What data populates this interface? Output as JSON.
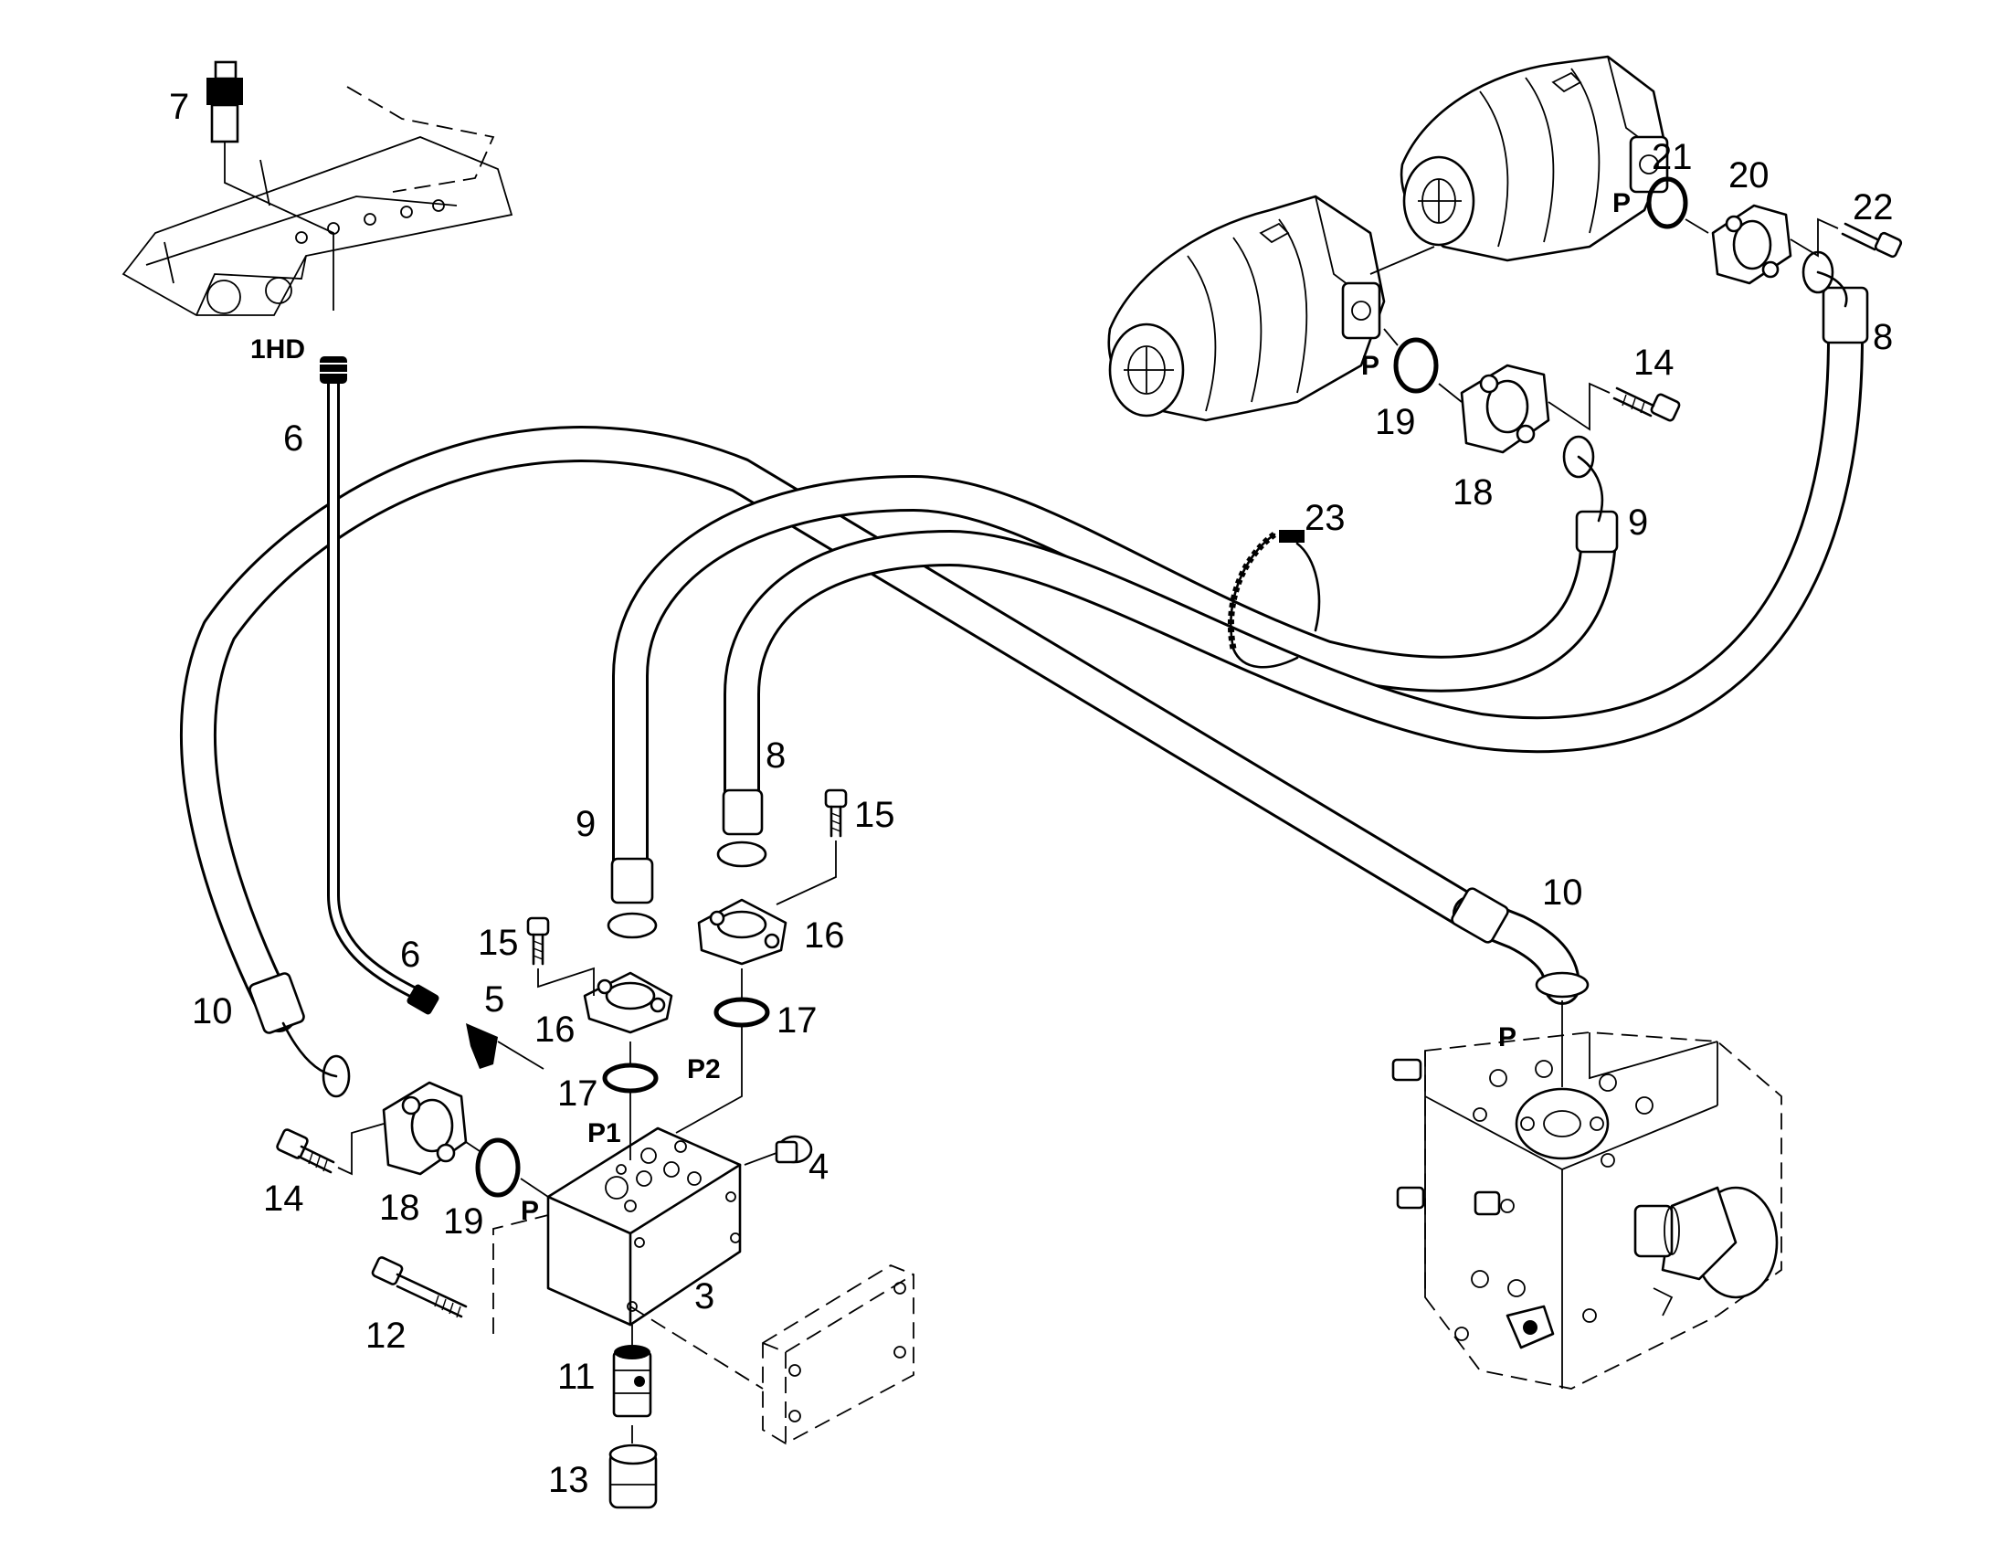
{
  "labels": {
    "n3": "3",
    "n4": "4",
    "n5": "5",
    "n6a": "6",
    "n6b": "6",
    "n7": "7",
    "n8a": "8",
    "n8b": "8",
    "n9a": "9",
    "n9b": "9",
    "n10a": "10",
    "n10b": "10",
    "n11": "11",
    "n12": "12",
    "n13": "13",
    "n14a": "14",
    "n14b": "14",
    "n15a": "15",
    "n15b": "15",
    "n16a": "16",
    "n16b": "16",
    "n17a": "17",
    "n17b": "17",
    "n18a": "18",
    "n18b": "18",
    "n19a": "19",
    "n19b": "19",
    "n20": "20",
    "n21": "21",
    "n22": "22",
    "n23": "23"
  },
  "ports": {
    "hd": "1HD",
    "p1": "P1",
    "p2": "P2",
    "p_block": "P",
    "p_valve": "P",
    "p_pump1": "P",
    "p_pump2": "P"
  }
}
